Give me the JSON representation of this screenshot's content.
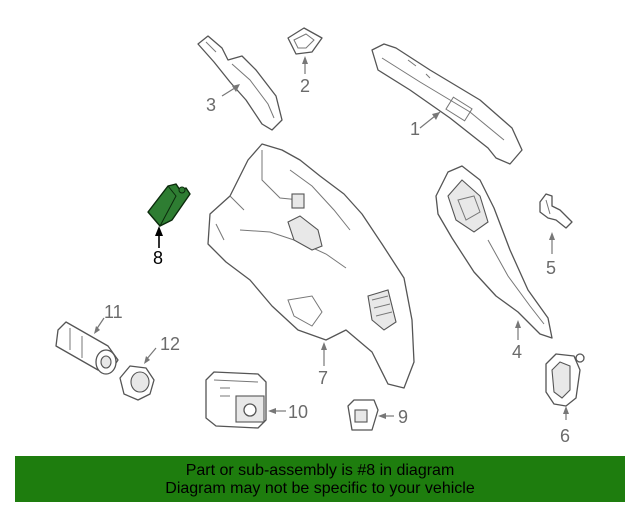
{
  "callouts": {
    "c1": "1",
    "c2": "2",
    "c3": "3",
    "c4": "4",
    "c5": "5",
    "c6": "6",
    "c7": "7",
    "c8": "8",
    "c9": "9",
    "c10": "10",
    "c11": "11",
    "c12": "12"
  },
  "highlighted_part": "8",
  "banner": {
    "line1": "Part or sub-assembly is #8 in diagram",
    "line2": "Diagram may not be specific to your vehicle",
    "background": "#1e7d0e"
  },
  "colors": {
    "highlight_fill": "#2e7d32",
    "line_art": "#555555"
  }
}
